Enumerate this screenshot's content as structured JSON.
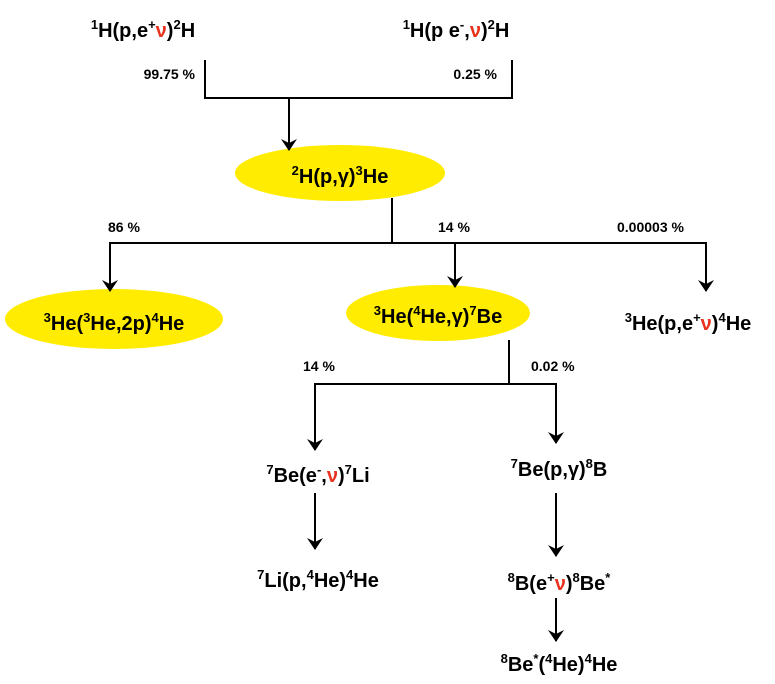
{
  "colors": {
    "highlight": "#ffec00",
    "neutrino": "#e8321e",
    "line": "#000000"
  },
  "nodes": {
    "pp1": [
      {
        "t": "1",
        "s": 1
      },
      {
        "t": "H(p,e"
      },
      {
        "t": "+",
        "s": 1
      },
      {
        "t": "ν",
        "nu": 1
      },
      {
        "t": ")"
      },
      {
        "t": "2",
        "s": 1
      },
      {
        "t": "H"
      }
    ],
    "pep": [
      {
        "t": "1",
        "s": 1
      },
      {
        "t": "H(p e"
      },
      {
        "t": "-",
        "s": 1
      },
      {
        "t": ","
      },
      {
        "t": "ν",
        "nu": 1
      },
      {
        "t": ")"
      },
      {
        "t": "2",
        "s": 1
      },
      {
        "t": "H"
      }
    ],
    "dpg": [
      {
        "t": "2",
        "s": 1
      },
      {
        "t": "H(p,γ)"
      },
      {
        "t": "3",
        "s": 1
      },
      {
        "t": "He"
      }
    ],
    "he3he3": [
      {
        "t": "3",
        "s": 1
      },
      {
        "t": "He("
      },
      {
        "t": "3",
        "s": 1
      },
      {
        "t": "He,2p)"
      },
      {
        "t": "4",
        "s": 1
      },
      {
        "t": "He"
      }
    ],
    "he3he4": [
      {
        "t": "3",
        "s": 1
      },
      {
        "t": "He("
      },
      {
        "t": "4",
        "s": 1
      },
      {
        "t": "He,γ)"
      },
      {
        "t": "7",
        "s": 1
      },
      {
        "t": "Be"
      }
    ],
    "hep": [
      {
        "t": "3",
        "s": 1
      },
      {
        "t": "He(p,e"
      },
      {
        "t": "+",
        "s": 1
      },
      {
        "t": "ν",
        "nu": 1
      },
      {
        "t": ")"
      },
      {
        "t": "4",
        "s": 1
      },
      {
        "t": "He"
      }
    ],
    "be7ec": [
      {
        "t": "7",
        "s": 1
      },
      {
        "t": "Be(e"
      },
      {
        "t": "-",
        "s": 1
      },
      {
        "t": ","
      },
      {
        "t": "ν",
        "nu": 1
      },
      {
        "t": ")"
      },
      {
        "t": "7",
        "s": 1
      },
      {
        "t": "Li"
      }
    ],
    "be7pg": [
      {
        "t": "7",
        "s": 1
      },
      {
        "t": "Be(p,γ)"
      },
      {
        "t": "8",
        "s": 1
      },
      {
        "t": "B"
      }
    ],
    "li7p": [
      {
        "t": "7",
        "s": 1
      },
      {
        "t": "Li(p,"
      },
      {
        "t": "4",
        "s": 1
      },
      {
        "t": "He)"
      },
      {
        "t": "4",
        "s": 1
      },
      {
        "t": "He"
      }
    ],
    "b8dec": [
      {
        "t": "8",
        "s": 1
      },
      {
        "t": "B(e"
      },
      {
        "t": "+",
        "s": 1
      },
      {
        "t": "ν",
        "nu": 1
      },
      {
        "t": ")"
      },
      {
        "t": "8",
        "s": 1
      },
      {
        "t": "Be"
      },
      {
        "t": "*",
        "s": 1
      }
    ],
    "be8dec": [
      {
        "t": "8",
        "s": 1
      },
      {
        "t": "Be"
      },
      {
        "t": "*",
        "s": 1
      },
      {
        "t": "("
      },
      {
        "t": "4",
        "s": 1
      },
      {
        "t": "He)"
      },
      {
        "t": "4",
        "s": 1
      },
      {
        "t": "He"
      }
    ]
  },
  "branches": {
    "pp1": "99.75 %",
    "pep": "0.25 %",
    "ppi": "86 %",
    "ppii_iii": "14 %",
    "hep": "0.00003 %",
    "ppii": "14 %",
    "ppiii": "0.02 %"
  }
}
